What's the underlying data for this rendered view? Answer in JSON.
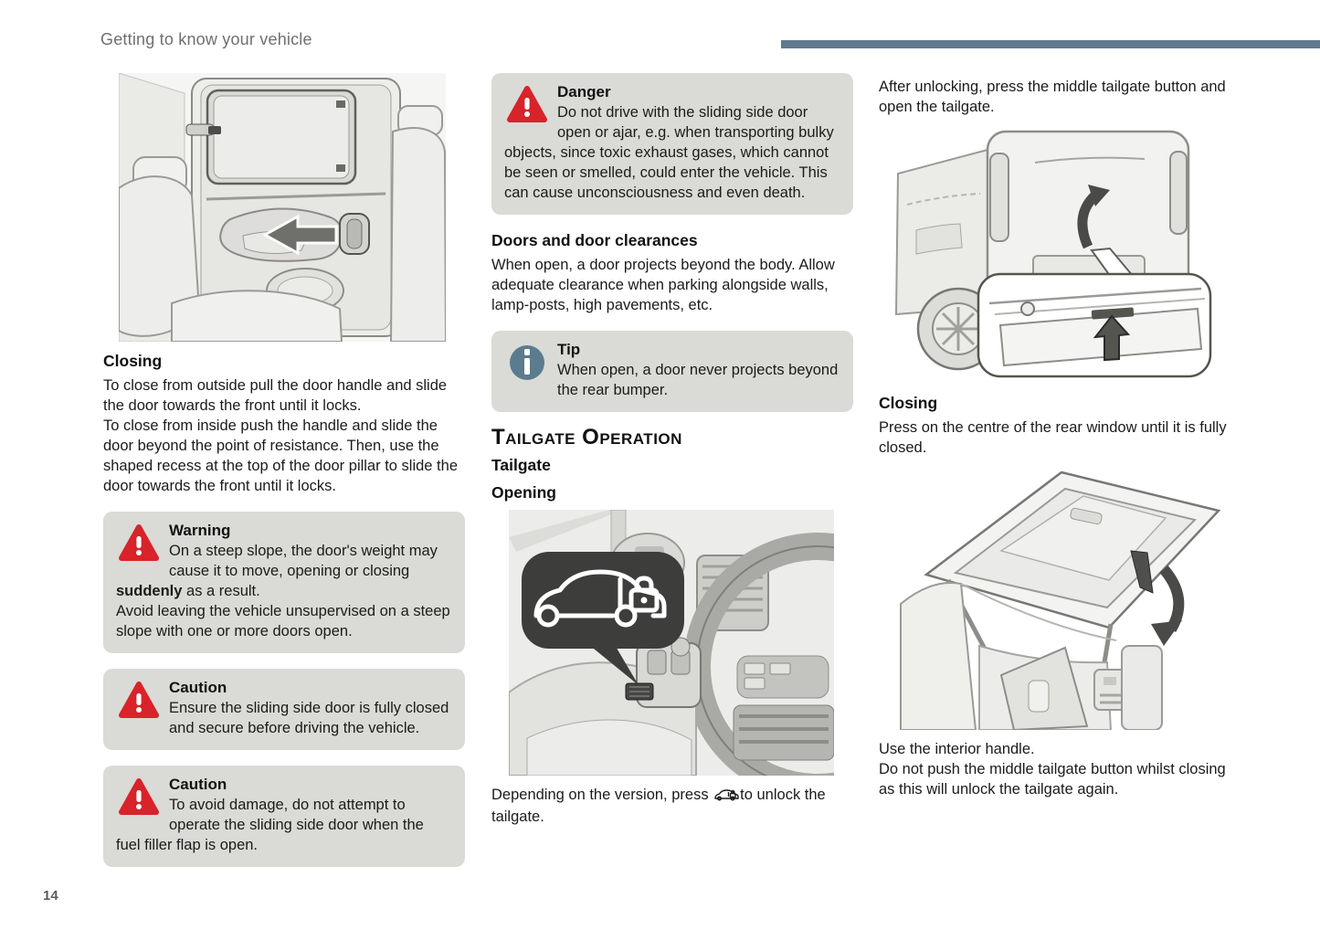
{
  "header": {
    "title": "Getting to know your vehicle",
    "page_number": "14"
  },
  "colors": {
    "accent_bar": "#60798c",
    "box_bg": "#dadad6",
    "danger_red": "#d8232a",
    "tip_blue": "#5b7b8e",
    "body_text": "#1b1b1b",
    "header_gray": "#6f6f6f"
  },
  "left": {
    "closing": {
      "heading": "Closing",
      "body": "To close from outside pull the door handle and slide the door towards the front until it locks.\nTo close from inside push the handle and slide the door beyond the point of resistance. Then, use the shaped recess at the top of the door pillar to slide the door towards the front until it locks."
    },
    "warning": {
      "title": "Warning",
      "body_pre": "On a steep slope, the door's weight may cause it to move, opening or closing ",
      "body_bold": "suddenly",
      "body_post": " as a result.\nAvoid leaving the vehicle unsupervised on a steep slope with one or more doors open."
    },
    "caution1": {
      "title": "Caution",
      "body": "Ensure the sliding side door is fully closed and secure before driving the vehicle."
    },
    "caution2": {
      "title": "Caution",
      "body": "To avoid damage, do not attempt to operate the sliding side door when the fuel filler flap is open."
    }
  },
  "middle": {
    "danger": {
      "title": "Danger",
      "body": "Do not drive with the sliding side door open or ajar, e.g. when transporting bulky objects, since toxic exhaust gases, which cannot be seen or smelled, could enter the vehicle. This can cause unconsciousness and even death."
    },
    "doors": {
      "heading": "Doors and door clearances",
      "body": "When open, a door projects beyond the body. Allow adequate clearance when parking alongside walls, lamp-posts, high pavements, etc."
    },
    "tip": {
      "title": "Tip",
      "body": "When open, a door never projects beyond the rear bumper."
    },
    "tailgate": {
      "section_heading": "Tailgate Operation",
      "sub1": "Tailgate",
      "sub2": "Opening",
      "caption_pre": "Depending on the version, press ",
      "caption_post": "to unlock the tailgate."
    }
  },
  "right": {
    "opening_body": "After unlocking, press the middle tailgate button and open the tailgate.",
    "closing": {
      "heading": "Closing",
      "body": "Press on the centre of the rear window until it is fully closed."
    },
    "interior_body": "Use the interior handle.\nDo not push the middle tailgate button whilst closing as this will unlock the tailgate again."
  }
}
